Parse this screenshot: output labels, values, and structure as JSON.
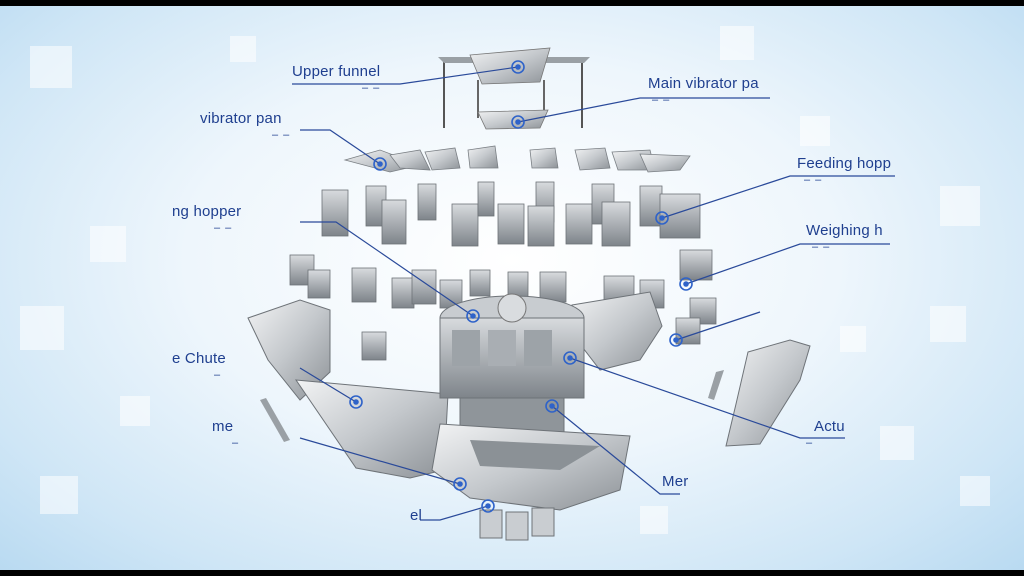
{
  "colors": {
    "accent": "#1f3f8f",
    "leader_line": "#2a4a9a",
    "marker": "#2f63c9",
    "metal": "#bfc4c8"
  },
  "labels": {
    "upper_funnel": "Upper funnel",
    "main_vibrator_pan": "Main vibrator pa",
    "linear_vibrator_pan": "vibrator pan",
    "feeding_hopper_right": "Feeding hopp",
    "feeding_hopper_left": "ng hopper",
    "weighing_hopper": "Weighing h",
    "discharge_chute": "e Chute",
    "frame": "me",
    "actuator": "Actu",
    "memory_hopper": "Mer",
    "panel": "el"
  }
}
